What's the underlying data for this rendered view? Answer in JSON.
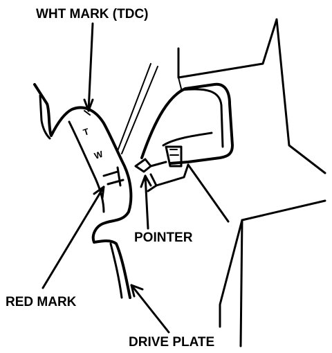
{
  "labels": {
    "wht_mark": "WHT MARK (TDC)",
    "pointer": "POINTER",
    "red_mark": "RED MARK",
    "drive_plate": "DRIVE PLATE"
  },
  "plate_marks": {
    "t": "T",
    "w": "W"
  },
  "colors": {
    "ink": "#000000",
    "background": "#ffffff"
  }
}
